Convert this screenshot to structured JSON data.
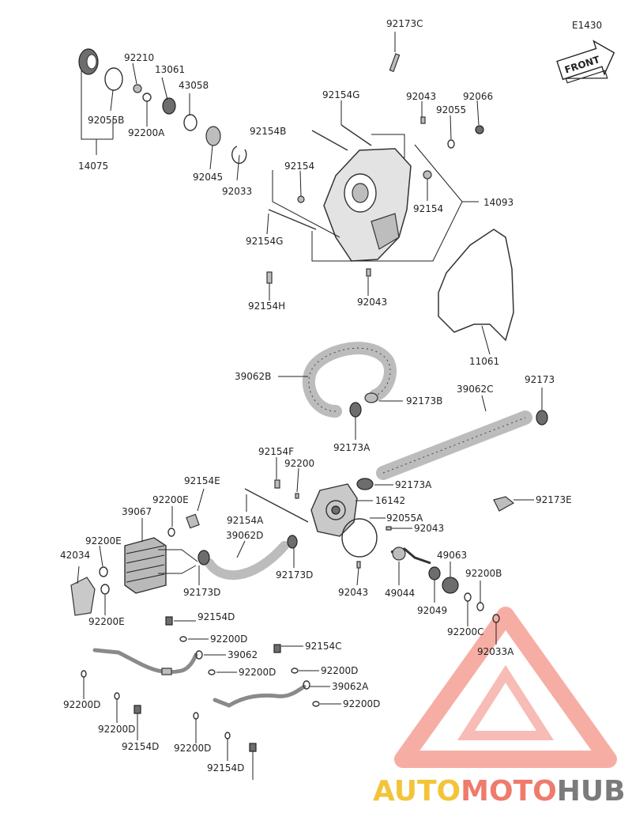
{
  "diagram_code": "E1430",
  "front_badge": "FRONT",
  "watermark": {
    "word_a": "AUTO",
    "word_b": "MOTO",
    "word_c": "HUB",
    "color_a": "#f3c43a",
    "color_b": "#ef7b6d",
    "color_c": "#7b7b7b",
    "triangle_color": "#ee6b5a"
  },
  "labels": [
    {
      "key": "l01",
      "text": "92173C"
    },
    {
      "key": "l02",
      "text": "92210"
    },
    {
      "key": "l03",
      "text": "13061"
    },
    {
      "key": "l04",
      "text": "43058"
    },
    {
      "key": "l05",
      "text": "92055B"
    },
    {
      "key": "l06",
      "text": "92200A"
    },
    {
      "key": "l07",
      "text": "14075"
    },
    {
      "key": "l08",
      "text": "92045"
    },
    {
      "key": "l09",
      "text": "92033"
    },
    {
      "key": "l10",
      "text": "92154G"
    },
    {
      "key": "l11",
      "text": "92043"
    },
    {
      "key": "l12",
      "text": "92066"
    },
    {
      "key": "l13",
      "text": "92055"
    },
    {
      "key": "l14",
      "text": "92154B"
    },
    {
      "key": "l15",
      "text": "92154"
    },
    {
      "key": "l16",
      "text": "92154"
    },
    {
      "key": "l17",
      "text": "14093"
    },
    {
      "key": "l18",
      "text": "92154G"
    },
    {
      "key": "l19",
      "text": "92154H"
    },
    {
      "key": "l20",
      "text": "92043"
    },
    {
      "key": "l21",
      "text": "11061"
    },
    {
      "key": "l22",
      "text": "39062B"
    },
    {
      "key": "l23",
      "text": "92173B"
    },
    {
      "key": "l24",
      "text": "39062C"
    },
    {
      "key": "l25",
      "text": "92173"
    },
    {
      "key": "l26",
      "text": "92173A"
    },
    {
      "key": "l27",
      "text": "92154F"
    },
    {
      "key": "l28",
      "text": "92200"
    },
    {
      "key": "l29",
      "text": "92154E"
    },
    {
      "key": "l30",
      "text": "92173A"
    },
    {
      "key": "l31",
      "text": "92200E"
    },
    {
      "key": "l32",
      "text": "16142"
    },
    {
      "key": "l33",
      "text": "92173E"
    },
    {
      "key": "l34",
      "text": "39067"
    },
    {
      "key": "l35",
      "text": "92154A"
    },
    {
      "key": "l36",
      "text": "92055A"
    },
    {
      "key": "l37",
      "text": "39062D"
    },
    {
      "key": "l38",
      "text": "92043"
    },
    {
      "key": "l39",
      "text": "92200E"
    },
    {
      "key": "l40",
      "text": "49063"
    },
    {
      "key": "l41",
      "text": "42034"
    },
    {
      "key": "l42",
      "text": "92173D"
    },
    {
      "key": "l43",
      "text": "92173D"
    },
    {
      "key": "l44",
      "text": "92043"
    },
    {
      "key": "l45",
      "text": "49044"
    },
    {
      "key": "l46",
      "text": "92200B"
    },
    {
      "key": "l47",
      "text": "92200E"
    },
    {
      "key": "l48",
      "text": "92049"
    },
    {
      "key": "l49",
      "text": "92154D"
    },
    {
      "key": "l50",
      "text": "92200C"
    },
    {
      "key": "l51",
      "text": "92200D"
    },
    {
      "key": "l52",
      "text": "92154C"
    },
    {
      "key": "l53",
      "text": "92033A"
    },
    {
      "key": "l54",
      "text": "39062"
    },
    {
      "key": "l55",
      "text": "92200D"
    },
    {
      "key": "l56",
      "text": "92200D"
    },
    {
      "key": "l57",
      "text": "39062A"
    },
    {
      "key": "l58",
      "text": "92200D"
    },
    {
      "key": "l59",
      "text": "92200D"
    },
    {
      "key": "l60",
      "text": "92154D"
    },
    {
      "key": "l61",
      "text": "92200D"
    },
    {
      "key": "l62",
      "text": "92200D"
    },
    {
      "key": "l63",
      "text": "92154D"
    }
  ]
}
